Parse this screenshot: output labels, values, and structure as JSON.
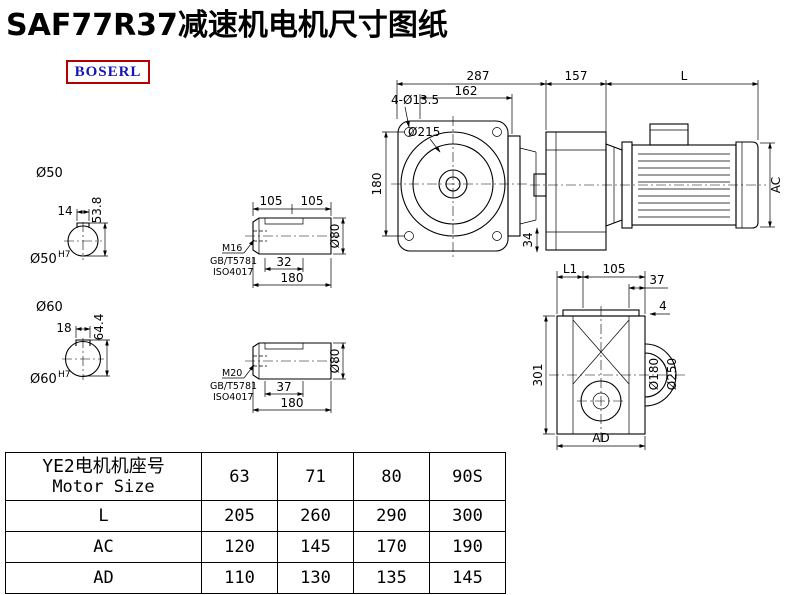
{
  "page": {
    "title": "SAF77R37减速机电机尺寸图纸",
    "logo": "BOSERL"
  },
  "front_view": {
    "dim_width_total": "287",
    "dim_width_inner": "162",
    "dim_corner_holes": "4-Ø13.5",
    "dim_main_circle": "Ø215",
    "dim_height": "180",
    "dim_foot": "34"
  },
  "side_view": {
    "dim_gearbox_len": "157",
    "dim_motor_len": "L",
    "dim_motor_height": "AC"
  },
  "output_view": {
    "dim_l1": "L1",
    "dim_105": "105",
    "dim_37": "37",
    "dim_4": "4",
    "dim_height": "301",
    "dim_spigot": "Ø180",
    "dim_flange": "Ø250",
    "dim_ad": "AD"
  },
  "shaft_section_50": {
    "dia": "Ø50",
    "key_width": "14",
    "key_height": "53.8",
    "bore": "Ø50",
    "bore_tol": "H7"
  },
  "shaft_section_60": {
    "dia": "Ø60",
    "key_width": "18",
    "key_height": "64.4",
    "bore": "Ø60",
    "bore_tol": "H7"
  },
  "shaft_m16": {
    "dim_105_a": "105",
    "dim_105_b": "105",
    "dim_key": "32",
    "dim_len": "180",
    "dia": "Ø80",
    "thread": "M16",
    "std_gb": "GB/T5781",
    "std_iso": "ISO4017"
  },
  "shaft_m20": {
    "dim_key": "37",
    "dim_len": "180",
    "dia": "Ø80",
    "thread": "M20",
    "std_gb": "GB/T5781",
    "std_iso": "ISO4017"
  },
  "table": {
    "header": {
      "line1": "YE2电机机座号",
      "line2": "Motor Size",
      "sizes": [
        "63",
        "71",
        "80",
        "90S"
      ]
    },
    "rows": [
      {
        "label": "L",
        "values": [
          "205",
          "260",
          "290",
          "300"
        ]
      },
      {
        "label": "AC",
        "values": [
          "120",
          "145",
          "170",
          "190"
        ]
      },
      {
        "label": "AD",
        "values": [
          "110",
          "130",
          "135",
          "145"
        ]
      }
    ]
  }
}
